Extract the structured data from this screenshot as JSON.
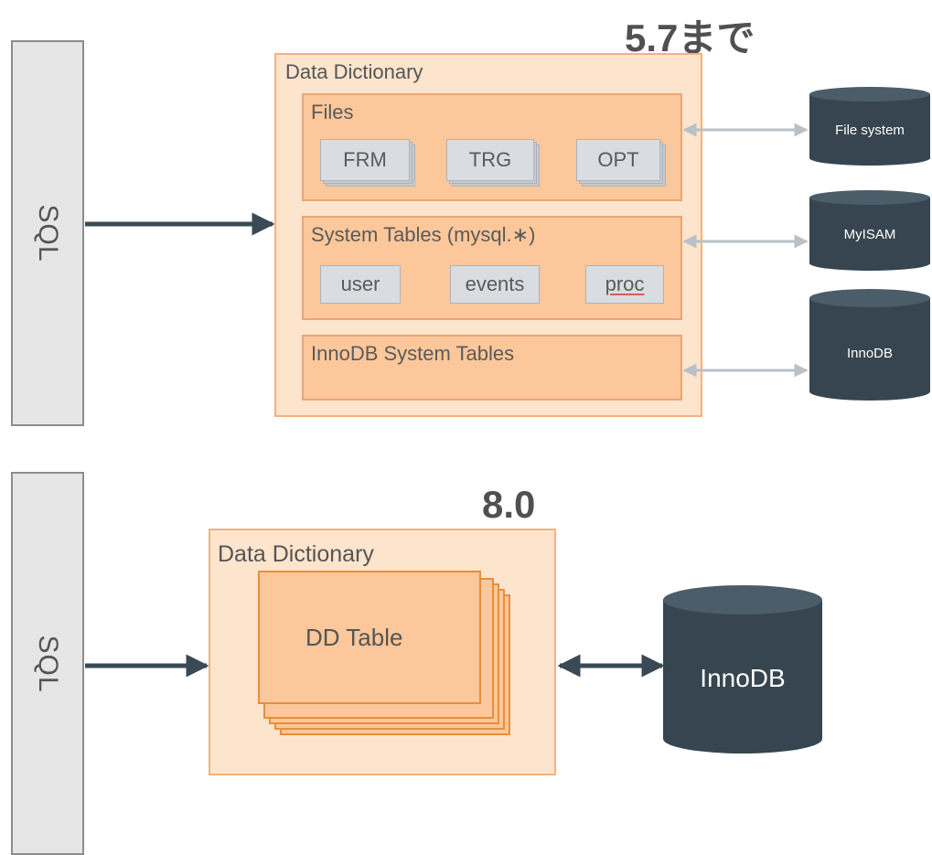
{
  "top": {
    "version_label": "5.7まで",
    "sql_label": "SQL",
    "dd_title": "Data Dictionary",
    "files": {
      "title": "Files",
      "items": [
        "FRM",
        "TRG",
        "OPT"
      ]
    },
    "system_tables": {
      "title": "System Tables (mysql.∗)",
      "items": [
        "user",
        "events",
        "proc"
      ]
    },
    "innodb_tables": {
      "title": "InnoDB System Tables"
    },
    "storage": [
      "File system",
      "MyISAM",
      "InnoDB"
    ]
  },
  "bottom": {
    "version_label": "8.0",
    "sql_label": "SQL",
    "dd_title": "Data Dictionary",
    "dd_table_label": "DD Table",
    "storage": "InnoDB"
  },
  "colors": {
    "cylinder": "#36454f",
    "cylinder_top": "#4b5d68",
    "arrow_dark": "#3a4a55",
    "arrow_light": "#b9c0c6",
    "dd_fill": "#fde4cd",
    "inner_fill": "#fcc79a"
  }
}
